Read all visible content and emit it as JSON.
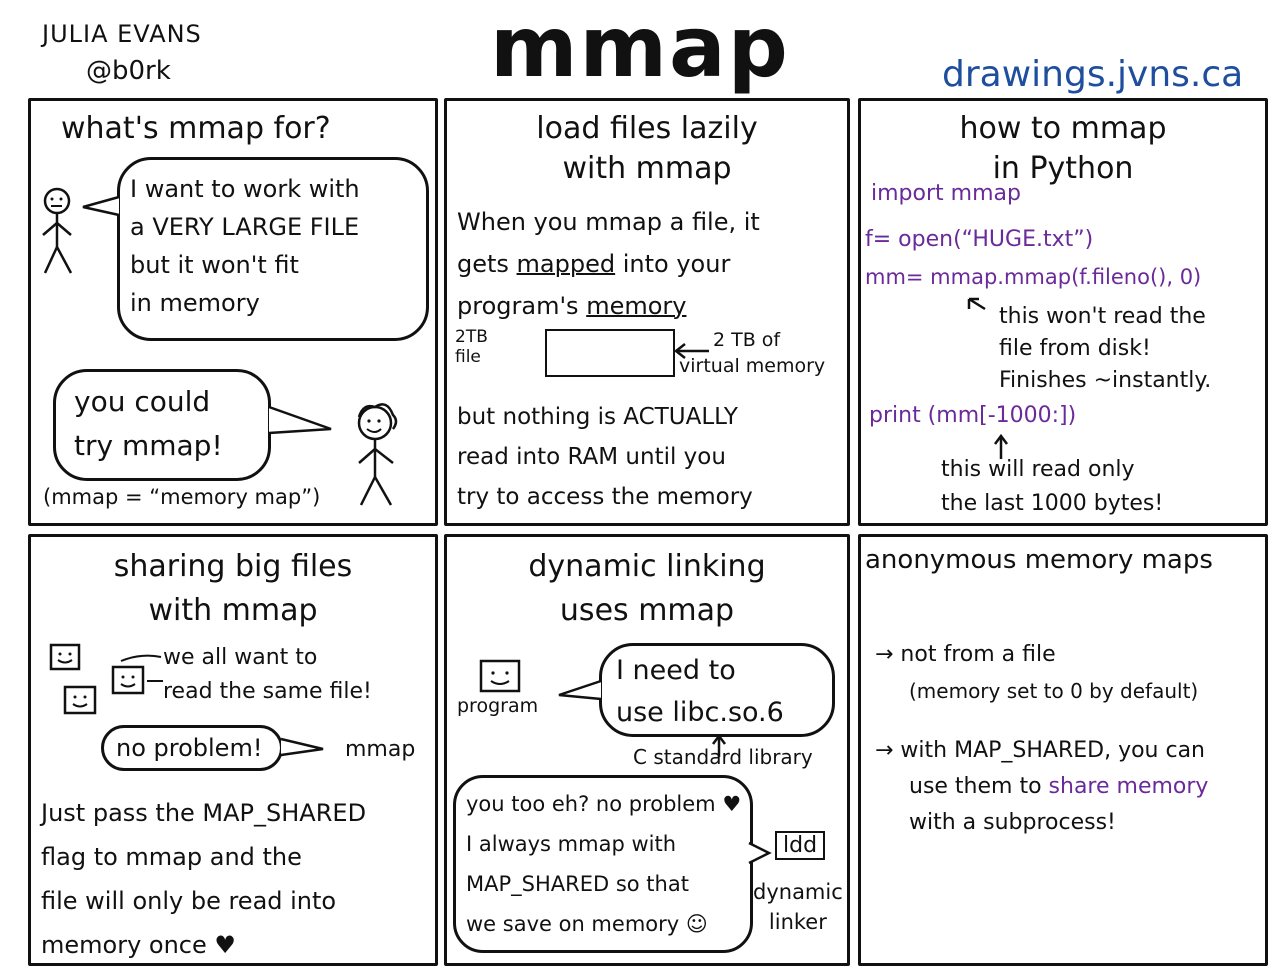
{
  "header": {
    "author": "JULIA EVANS",
    "handle": "@b0rk",
    "title": "mmap",
    "site": "drawings.jvns.ca"
  },
  "panels": {
    "p1": {
      "title": "what's mmap for?",
      "speech1": [
        "I want to work with",
        "a VERY LARGE FILE",
        "but it won't fit",
        "in memory"
      ],
      "speech2": [
        "you could",
        "try mmap!"
      ],
      "note": "(mmap = “memory map”)"
    },
    "p2": {
      "title": [
        "load files lazily",
        "with mmap"
      ],
      "text1_a": "When you mmap a file, it",
      "text1_b_pre": "gets ",
      "text1_b_u": "mapped",
      "text1_b_post": " into your",
      "text1_c_pre": "program's ",
      "text1_c_u": "memory",
      "file_label": [
        "2TB",
        "file"
      ],
      "vm_label": [
        "2 TB of",
        "virtual memory"
      ],
      "text2": [
        "but nothing is ACTUALLY",
        "read into RAM until you",
        "try to access the memory"
      ]
    },
    "p3": {
      "title": [
        "how to mmap",
        "in Python"
      ],
      "code1": "import mmap",
      "code2": "f= open(“HUGE.txt”)",
      "code3": "mm= mmap.mmap(f.fileno(), 0)",
      "note1": [
        "this won't read the",
        "file from disk!",
        "Finishes ~instantly."
      ],
      "code4": "print (mm[-1000:])",
      "note2": [
        "this will read only",
        "the last 1000 bytes!"
      ]
    },
    "p4": {
      "title": [
        "sharing big files",
        "with mmap"
      ],
      "want": [
        "we all want to",
        "read the same file!"
      ],
      "no_problem": "no problem!",
      "mmap_label": "mmap",
      "text": [
        "Just pass the MAP_SHARED",
        "flag to mmap and the",
        "file will only be read into",
        "memory once ♥"
      ]
    },
    "p5": {
      "title": [
        "dynamic linking",
        "uses mmap"
      ],
      "program_label": "program",
      "speech1_a": "I need to",
      "speech1_b": "use libc.so.6",
      "libc_note": "C standard library",
      "speech2": [
        "you too eh? no problem ♥",
        "I always mmap with",
        "MAP_SHARED so that",
        "we save on memory ☺"
      ],
      "ldd": "ldd",
      "linker": [
        "dynamic",
        "linker"
      ]
    },
    "p6": {
      "title": "anonymous memory maps",
      "b1": [
        "→ not from a file",
        "(memory set to 0 by default)"
      ],
      "b2_a": "→ with MAP_SHARED, you can",
      "b2_b_pre": "use them to ",
      "b2_b_hl": "share memory",
      "b2_c": "with a subprocess!"
    }
  },
  "colors": {
    "ink": "#111111",
    "purple": "#6a2a9a",
    "blue": "#1f4e9e"
  }
}
